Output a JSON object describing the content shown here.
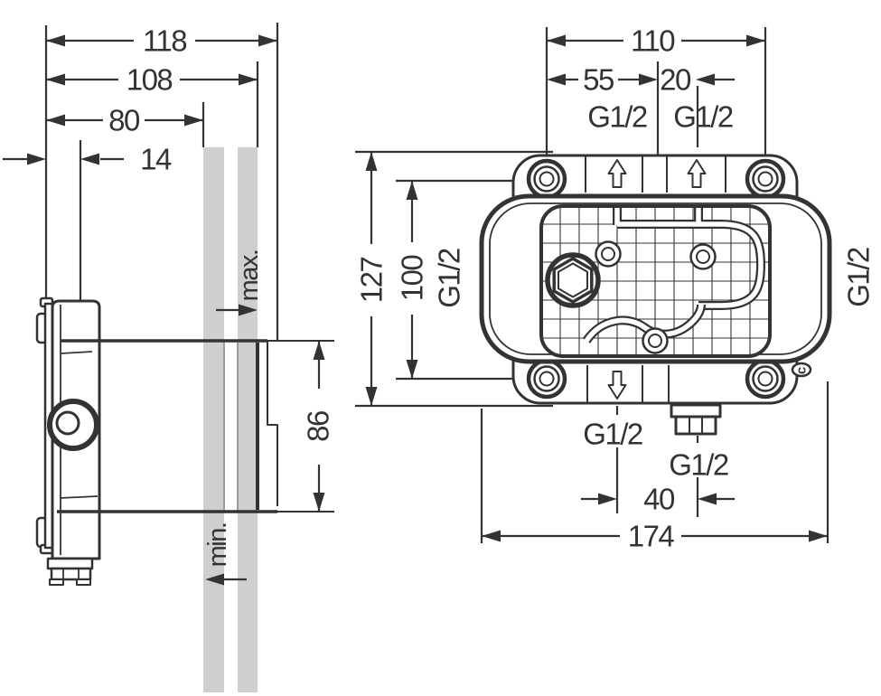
{
  "colors": {
    "line": "#333333",
    "wall_fill": "#cfcfcf",
    "wall_edge": "#9b9b9b",
    "background": "#ffffff"
  },
  "side_view": {
    "dims": {
      "total_depth": "118",
      "to_wall_outer": "108",
      "to_wall_inner": "80",
      "flange_depth": "14",
      "housing_height": "86"
    },
    "wall_labels": {
      "max": "max.",
      "min": "min."
    }
  },
  "front_view": {
    "dims": {
      "hole_spacing_h": "110",
      "center_offset": "55",
      "top_port_offset": "20",
      "total_height": "127",
      "hole_spacing_v": "100",
      "bottom_port_offset": "40",
      "total_width": "174"
    },
    "ports": {
      "top_left": "G1/2",
      "top_right": "G1/2",
      "side_left": "G1/2",
      "side_right": "G1/2",
      "bottom_center": "G1/2",
      "bottom_right": "G1/2"
    },
    "marking": "c"
  }
}
